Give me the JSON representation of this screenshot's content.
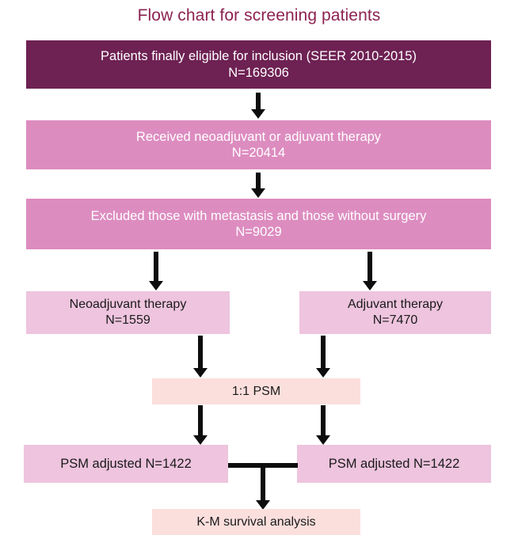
{
  "chart_title": "Flow chart for screening patients",
  "colors": {
    "title": "#8c2250",
    "level1": "#6e2153",
    "level2": "#dd8cc0",
    "level3": "#dd8cc0",
    "level4": "#eec4de",
    "psm": "#fbdfdd",
    "level5": "#eec4de",
    "final": "#fbdfdd",
    "connector": "#0d0d0d",
    "background": "#ffffff"
  },
  "nodes": {
    "eligible": {
      "line1": "Patients  finally eligible for inclusion (SEER 2010-2015)",
      "line2": "N=169306"
    },
    "therapy_received": {
      "line1": "Received neoadjuvant or adjuvant therapy",
      "line2": "N=20414"
    },
    "excluded": {
      "line1": "Excluded those with metastasis and those without surgery",
      "line2": "N=9029"
    },
    "neoadjuvant": {
      "line1": "Neoadjuvant therapy",
      "line2": "N=1559"
    },
    "adjuvant": {
      "line1": "Adjuvant therapy",
      "line2": "N=7470"
    },
    "psm": {
      "line1": "1:1 PSM"
    },
    "psm_adjusted_left": {
      "line1": "PSM adjusted N=1422"
    },
    "psm_adjusted_right": {
      "line1": "PSM adjusted N=1422"
    },
    "km_analysis": {
      "line1": "K-M survival analysis"
    }
  },
  "chart_data": {
    "type": "diagram",
    "title": "Flow chart for screening patients",
    "flow_steps": [
      {
        "id": "eligible",
        "label": "Patients  finally eligible for inclusion (SEER 2010-2015)",
        "n": 169306,
        "level": 1
      },
      {
        "id": "therapy_received",
        "label": "Received neoadjuvant or adjuvant therapy",
        "n": 20414,
        "level": 2
      },
      {
        "id": "excluded",
        "label": "Excluded those with metastasis and those without surgery",
        "n": 9029,
        "level": 3
      },
      {
        "id": "neoadjuvant",
        "label": "Neoadjuvant therapy",
        "n": 1559,
        "level": 4,
        "branch": "left"
      },
      {
        "id": "adjuvant",
        "label": "Adjuvant therapy",
        "n": 7470,
        "level": 4,
        "branch": "right"
      },
      {
        "id": "psm",
        "label": "1:1 PSM",
        "n": null,
        "level": 5
      },
      {
        "id": "psm_adjusted_left",
        "label": "PSM adjusted N=1422",
        "n": 1422,
        "level": 6,
        "branch": "left"
      },
      {
        "id": "psm_adjusted_right",
        "label": "PSM adjusted N=1422",
        "n": 1422,
        "level": 6,
        "branch": "right"
      },
      {
        "id": "km_analysis",
        "label": "K-M survival analysis",
        "n": null,
        "level": 7
      }
    ],
    "edges": [
      {
        "from": "eligible",
        "to": "therapy_received"
      },
      {
        "from": "therapy_received",
        "to": "excluded"
      },
      {
        "from": "excluded",
        "to": "neoadjuvant"
      },
      {
        "from": "excluded",
        "to": "adjuvant"
      },
      {
        "from": "neoadjuvant",
        "to": "psm"
      },
      {
        "from": "adjuvant",
        "to": "psm"
      },
      {
        "from": "psm",
        "to": "psm_adjusted_left"
      },
      {
        "from": "psm",
        "to": "psm_adjusted_right"
      },
      {
        "from": "psm_adjusted_left",
        "to": "km_analysis"
      },
      {
        "from": "psm_adjusted_right",
        "to": "km_analysis"
      }
    ]
  }
}
